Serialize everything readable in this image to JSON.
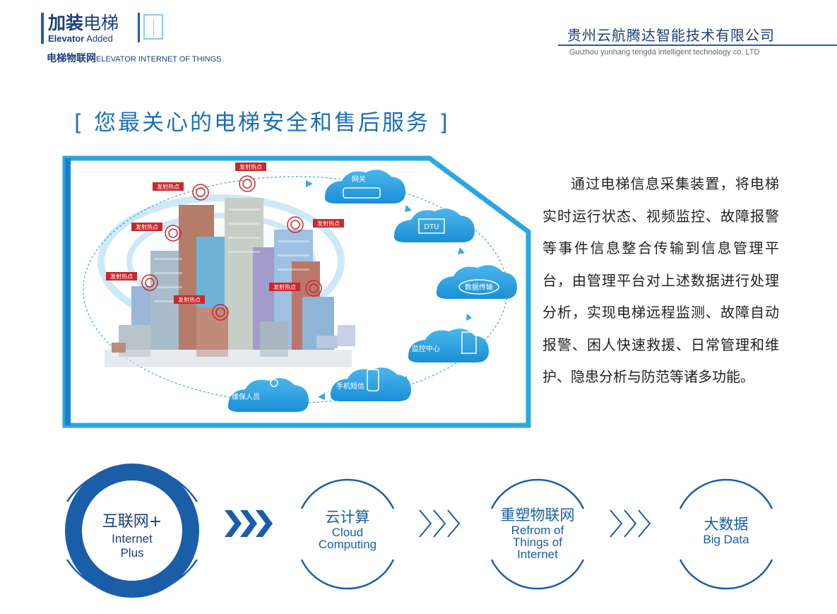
{
  "header": {
    "brand_cn_bold": "加装",
    "brand_cn_light": "电梯",
    "brand_en_bold": "Elevator",
    "brand_en_light": "Added",
    "sub_cn": "电梯物联网",
    "sub_en": "ELEVATOR INTERNET OF THINGS",
    "company_cn": "贵州云航腾达智能技术有限公司",
    "company_en": "Guizhou yunhang tengda intelligent technology co. LTD"
  },
  "section": {
    "title": "[ 您最关心的电梯安全和售后服务 ]"
  },
  "illustration": {
    "tower_tag": "发射热点",
    "clouds": [
      "网关",
      "DTU",
      "数据传输",
      "监控中心",
      "手机短信",
      "维保人员"
    ]
  },
  "description": "通过电梯信息采集装置，将电梯实时运行状态、视频监控、故障报警等事件信息整合传输到信息管理平台，由管理平台对上述数据进行处理分析，实现电梯远程监测、故障自动报警、困人快速救援、日常管理和维护、隐患分析与防范等诸多功能。",
  "flow": [
    {
      "cn": "互联网+",
      "en_lines": [
        "Internet",
        "Plus"
      ]
    },
    {
      "cn": "云计算",
      "en_lines": [
        "Cloud",
        "Computing"
      ]
    },
    {
      "cn": "重塑物联网",
      "en_lines": [
        "Refrom of",
        "Things of",
        "Internet"
      ]
    },
    {
      "cn": "大数据",
      "en_lines": [
        "Big Data"
      ]
    }
  ],
  "colors": {
    "primary": "#1a5ea8",
    "title_blue": "#1a6fb8",
    "frame_cyan": "#29a8e0"
  }
}
